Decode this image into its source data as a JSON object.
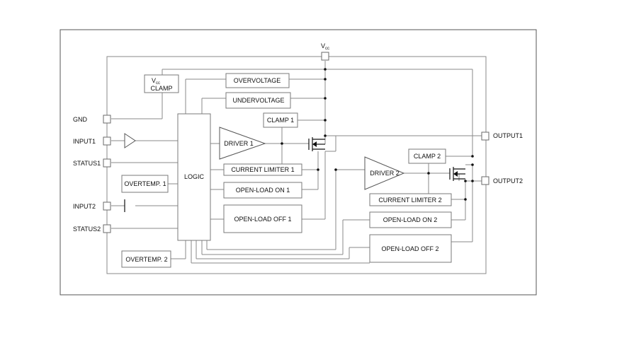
{
  "supply": {
    "label": "V",
    "sub": "cc"
  },
  "pins_left": {
    "gnd": "GND",
    "input1": "INPUT1",
    "status1": "STATUS1",
    "input2": "INPUT2",
    "status2": "STATUS2"
  },
  "pins_right": {
    "output1": "OUTPUT1",
    "output2": "OUTPUT2"
  },
  "blocks": {
    "vcc_clamp_top": "V",
    "vcc_clamp_sub": "cc",
    "vcc_clamp_bottom": "CLAMP",
    "overvoltage": "OVERVOLTAGE",
    "undervoltage": "UNDERVOLTAGE",
    "clamp1": "CLAMP 1",
    "driver1": "DRIVER 1",
    "current_limiter1": "CURRENT LIMITER 1",
    "open_load_on1": "OPEN-LOAD ON 1",
    "open_load_off1": "OPEN-LOAD OFF 1",
    "logic": "LOGIC",
    "overtemp1": "OVERTEMP. 1",
    "overtemp2": "OVERTEMP. 2",
    "clamp2": "CLAMP 2",
    "driver2": "DRIVER 2",
    "current_limiter2": "CURRENT LIMITER 2",
    "open_load_on2": "OPEN-LOAD ON 2",
    "open_load_off2": "OPEN-LOAD OFF 2"
  }
}
